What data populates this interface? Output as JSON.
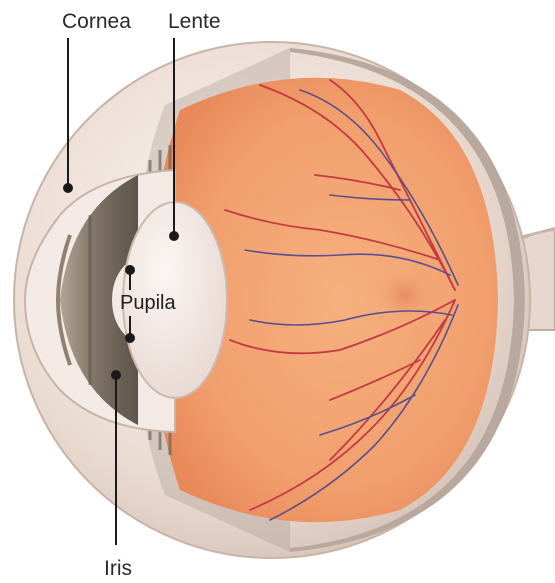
{
  "labels": {
    "cornea": "Cornea",
    "lente": "Lente",
    "pupila": "Pupila",
    "iris": "Iris"
  },
  "icons": [
    "eye-cross-section-illustration"
  ],
  "colors": {
    "background": "#ffffff",
    "sclera": "#efe3dc",
    "retina": "#f0a070",
    "iris": "#7a6f62",
    "lens": "#f2e7e2",
    "vessel_red": "#c23a44",
    "vessel_blue": "#5a4f8e",
    "leader_line": "#1a1a1a"
  }
}
